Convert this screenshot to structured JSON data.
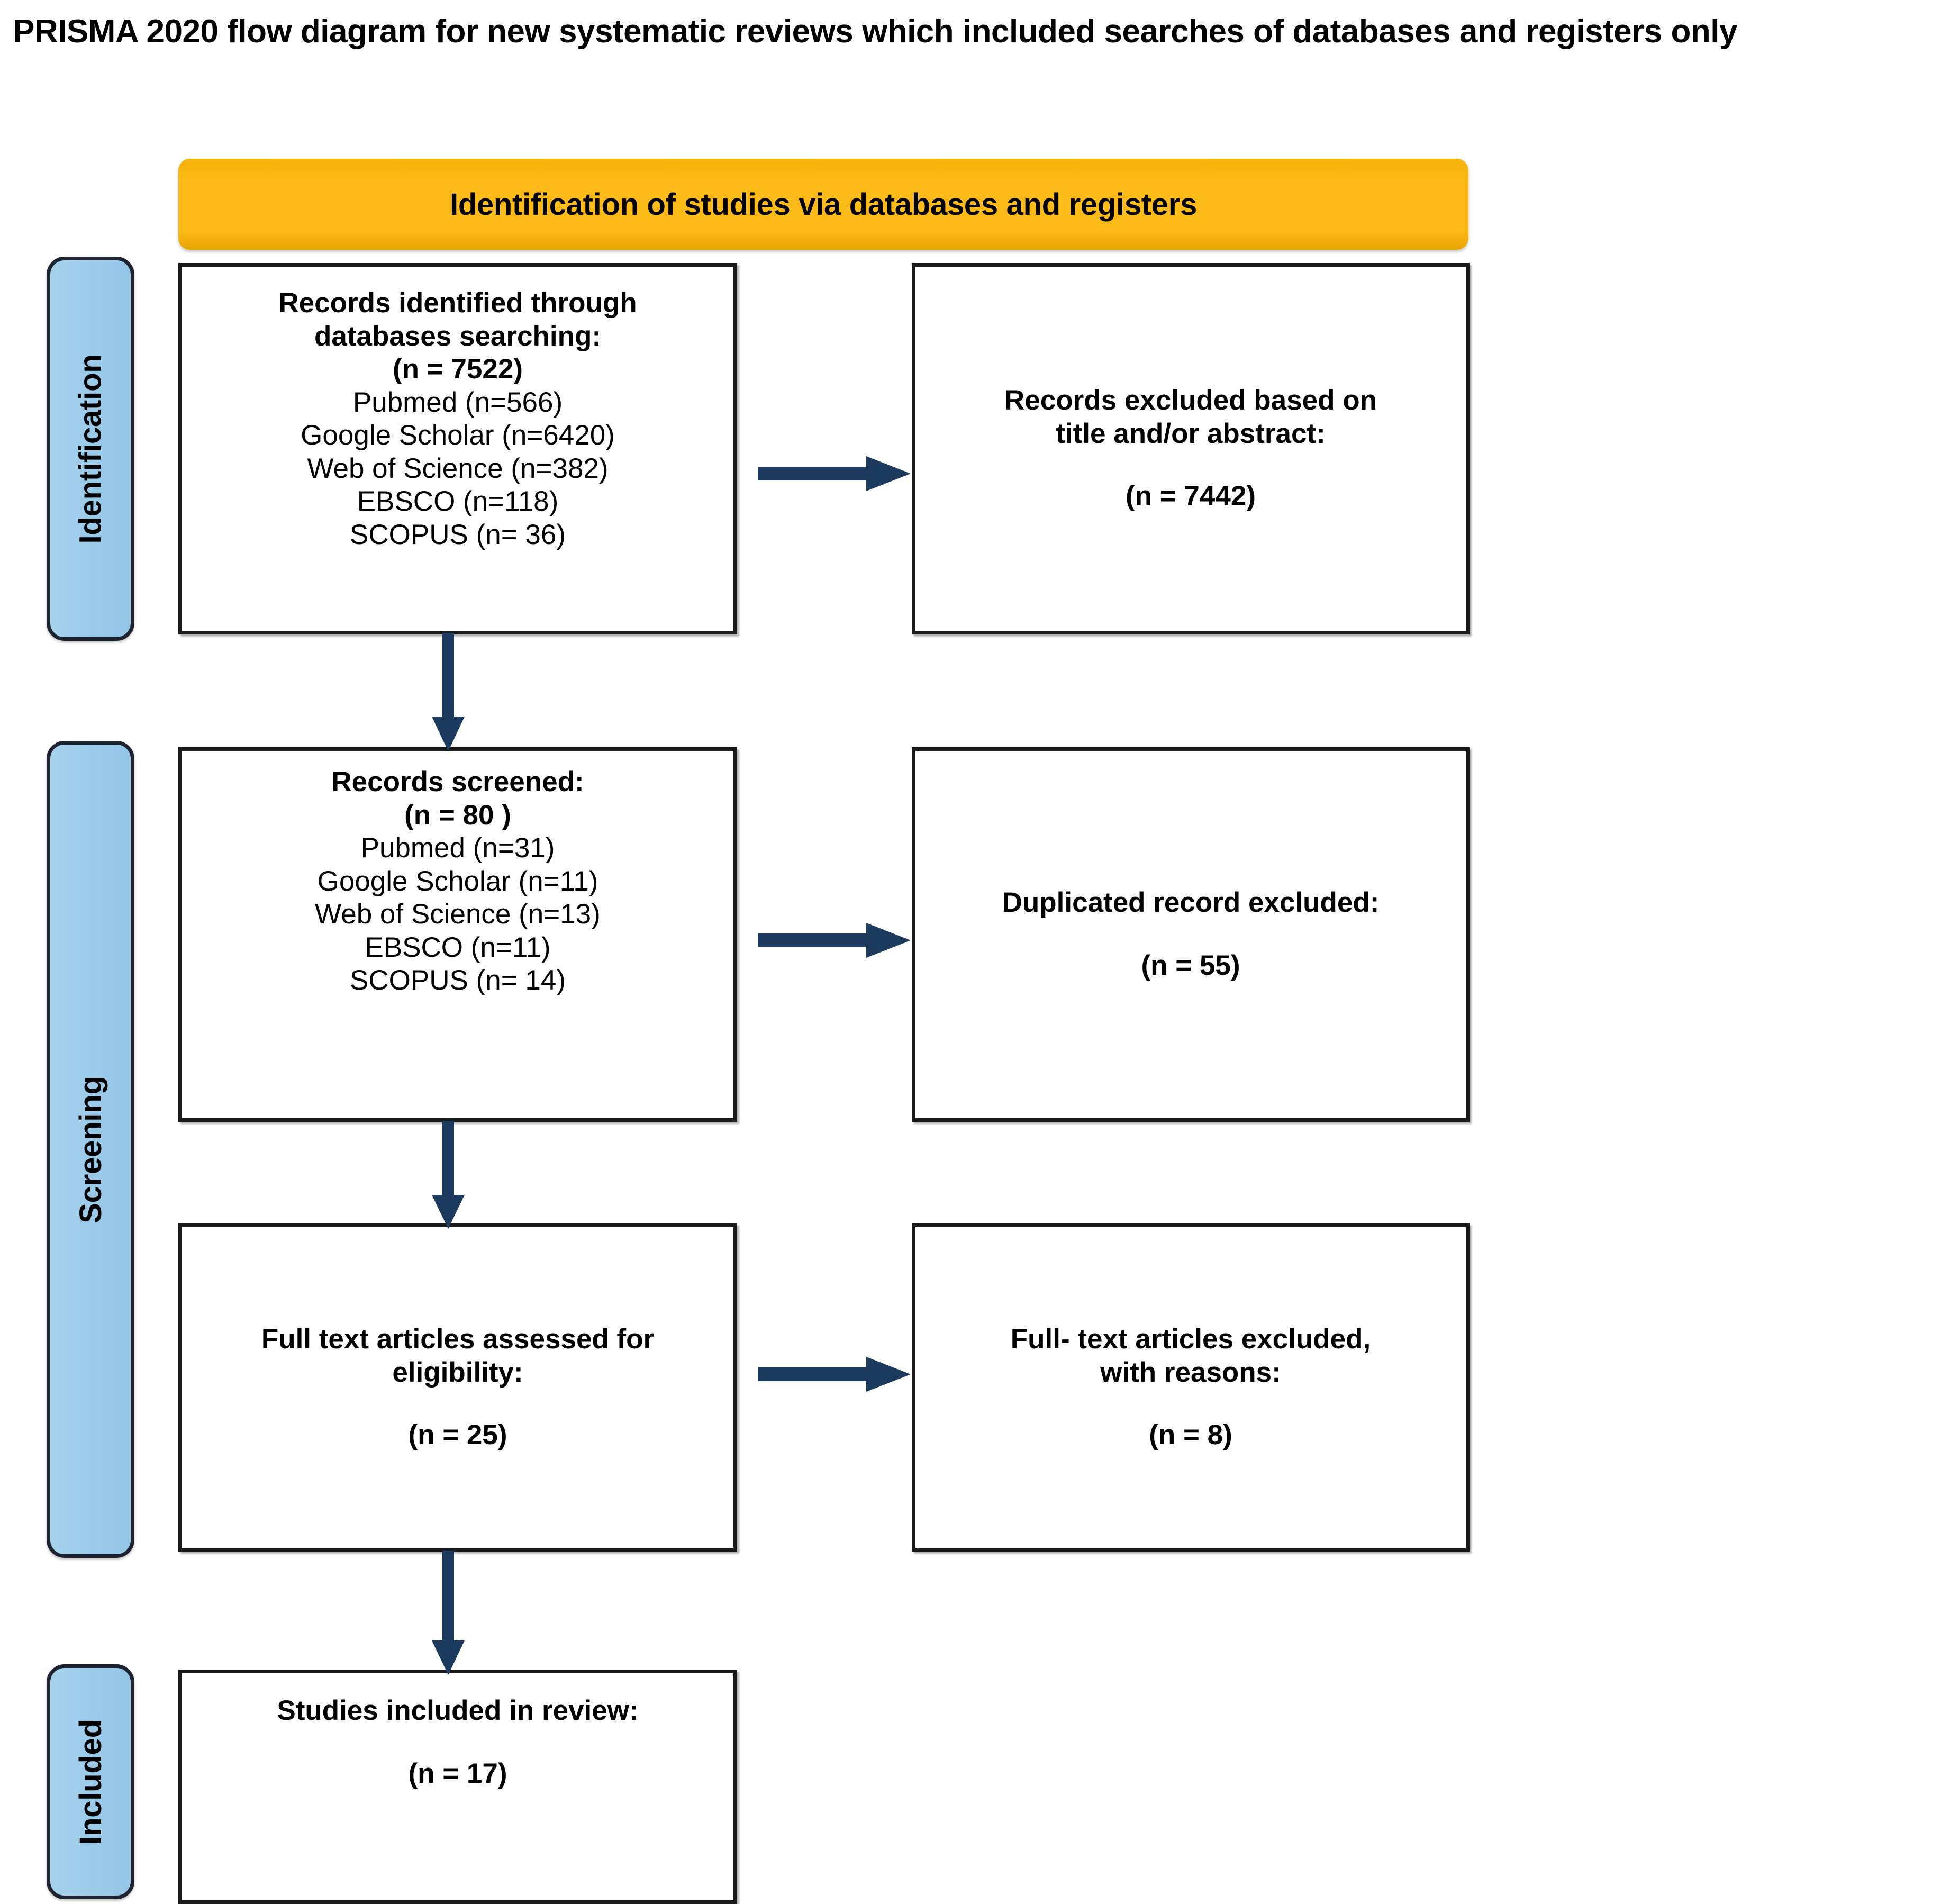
{
  "title": "PRISMA 2020 flow diagram for new systematic reviews which included searches of databases and registers only",
  "colors": {
    "banner_orange": "#fcbb18",
    "rail_blue": "#9ccbe9",
    "arrow_navy": "#1b3a5e",
    "box_border": "#1a1a1a",
    "text": "#000000"
  },
  "stage_banner": {
    "label": "Identification of studies via databases and registers"
  },
  "rails": [
    {
      "id": "identification",
      "label": "Identification"
    },
    {
      "id": "screening",
      "label": "Screening"
    },
    {
      "id": "included",
      "label": "Included"
    }
  ],
  "boxes": {
    "identified": {
      "lines": [
        {
          "text": "Records identified through",
          "bold": true
        },
        {
          "text": "databases searching:",
          "bold": true
        },
        {
          "text": "(n = 7522)",
          "bold": true
        },
        {
          "text": "Pubmed (n=566)",
          "bold": false
        },
        {
          "text": "Google Scholar (n=6420)",
          "bold": false
        },
        {
          "text": "Web of Science (n=382)",
          "bold": false
        },
        {
          "text": "EBSCO (n=118)",
          "bold": false
        },
        {
          "text": "SCOPUS (n= 36)",
          "bold": false
        }
      ]
    },
    "excluded_title_abstract": {
      "lines": [
        {
          "text": "Records excluded based on",
          "bold": true
        },
        {
          "text": "title and/or abstract:",
          "bold": true
        },
        {
          "text": "(n = 7442)",
          "bold": true,
          "gap": true
        }
      ]
    },
    "screened": {
      "lines": [
        {
          "text": "Records screened:",
          "bold": true
        },
        {
          "text": "(n = 80 )",
          "bold": true
        },
        {
          "text": "Pubmed (n=31)",
          "bold": false
        },
        {
          "text": "Google Scholar (n=11)",
          "bold": false
        },
        {
          "text": "Web of Science (n=13)",
          "bold": false
        },
        {
          "text": "EBSCO (n=11)",
          "bold": false
        },
        {
          "text": "SCOPUS (n= 14)",
          "bold": false
        }
      ]
    },
    "duplicated_excluded": {
      "lines": [
        {
          "text": "Duplicated record excluded:",
          "bold": true
        },
        {
          "text": "(n = 55)",
          "bold": true,
          "gap": true
        }
      ]
    },
    "fulltext_assessed": {
      "lines": [
        {
          "text": "Full text articles assessed for",
          "bold": true
        },
        {
          "text": "eligibility:",
          "bold": true
        },
        {
          "text": "(n = 25)",
          "bold": true,
          "gap": true
        }
      ]
    },
    "fulltext_excluded": {
      "lines": [
        {
          "text": "Full- text articles excluded,",
          "bold": true
        },
        {
          "text": "with reasons:",
          "bold": true
        },
        {
          "text": "(n = 8)",
          "bold": true,
          "gap": true
        }
      ]
    },
    "included": {
      "lines": [
        {
          "text": "Studies included in review:",
          "bold": true
        },
        {
          "text": "(n = 17)",
          "bold": true,
          "gap": true
        }
      ]
    }
  },
  "arrows": [
    {
      "id": "identified-to-excluded",
      "direction": "right"
    },
    {
      "id": "screened-to-duplicated",
      "direction": "right"
    },
    {
      "id": "fulltext-to-ftexcluded",
      "direction": "right"
    },
    {
      "id": "identified-to-screened",
      "direction": "down"
    },
    {
      "id": "screened-to-fulltext",
      "direction": "down"
    },
    {
      "id": "fulltext-to-included",
      "direction": "down"
    }
  ]
}
